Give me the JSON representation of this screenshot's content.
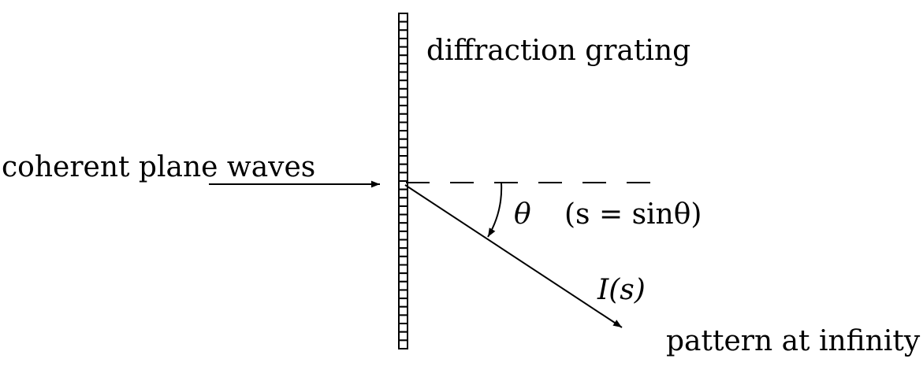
{
  "labels": {
    "grating": "diffraction grating",
    "incident": "coherent plane waves",
    "theta": "θ",
    "relation": "(s = sinθ)",
    "intensity": "I(s)",
    "pattern": "pattern at infinity"
  },
  "colors": {
    "ink": "#000000",
    "background": "#ffffff"
  }
}
